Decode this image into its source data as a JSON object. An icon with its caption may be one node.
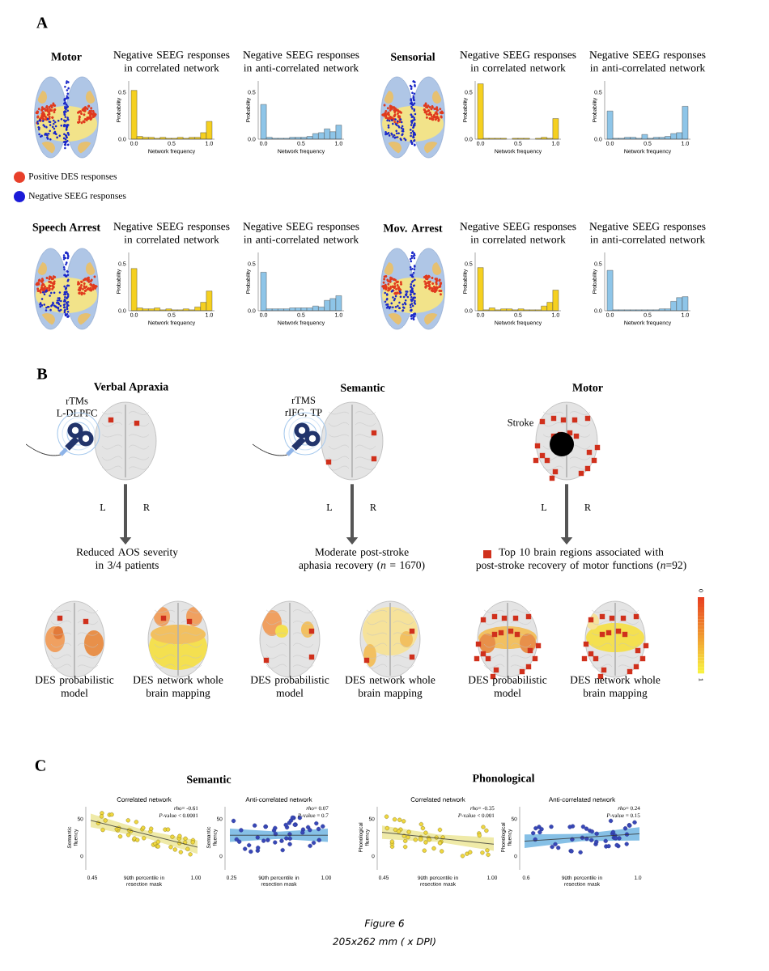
{
  "diagram": {
    "caption": "Figure 6",
    "nodes": [
      {
        "text": [],
        "shape": "picture",
        "beside": [
          "Verbal Apraxia",
          "rTMs L-DLPFC",
          "L",
          "R"
        ]
      },
      {
        "text": [
          "Reduced AOS severity in 3/4 patients"
        ]
      },
      {
        "text": [],
        "shape": "picture",
        "beside": [
          "Semantic",
          "rTMS rIFG, TP",
          "L",
          "R"
        ]
      },
      {
        "text": [
          "Moderate post-stroke aphasia recovery (*n* = 1670)"
        ]
      },
      {
        "text": [],
        "shape": "picture",
        "beside": [
          "Motor",
          "Stroke",
          "L",
          "R"
        ]
      },
      {
        "text": [
          "Top 10 brain regions associated with post-stroke recovery of motor functions (*n*=92)"
        ]
      }
    ],
    "edges": [
      {
        "from": 0,
        "to": 1,
        "arrow": "to"
      },
      {
        "from": 2,
        "to": 3,
        "arrow": "to"
      },
      {
        "from": 4,
        "to": 5,
        "arrow": "to"
      }
    ],
    "labels": [
      "A",
      "Motor",
      "Negative SEEG responses in correlated network",
      "0.5",
      "0.0",
      "0.0",
      "0.5",
      "1.0",
      "Probability",
      "Network frequency",
      "Negative SEEG responses in anti-correlated network",
      "0.5",
      "0.0",
      "0.0",
      "0.5",
      "1.0",
      "Probability",
      "Network frequency",
      "Sensorial",
      "Negative SEEG responses in correlated network",
      "0.5",
      "0.0",
      "0.0",
      "0.5",
      "1.0",
      "Probability",
      "Network frequency",
      "Negative SEEG responses in anti-correlated network",
      "0.5",
      "0.0",
      "0.0",
      "0.5",
      "1.0",
      "Probability",
      "Network frequency",
      "Speech Arrest",
      "Negative SEEG responses in correlated network",
      "0.5",
      "0.0",
      "0.0",
      "0.5",
      "1.0",
      "Probability",
      "Network frequency",
      "Negative SEEG responses in anti-correlated network",
      "0.5",
      "0.0",
      "0.0",
      "0.5",
      "1.0",
      "Probability",
      "Network frequency",
      "Mov. Arrest",
      "Negative SEEG responses in correlated network",
      "0.5",
      "0.0",
      "0.0",
      "0.5",
      "1.0",
      "Probability",
      "Network frequency",
      "Negative SEEG responses in anti-correlated network",
      "0.5",
      "0.0",
      "0.0",
      "0.5",
      "1.0",
      "Probability",
      "Network frequency",
      "B",
      "DES probabilistic model",
      "DES network whole brain mapping",
      "DES probabilistic model",
      "DES network whole brain mapping",
      "DES probabilistic model",
      "DES network whole brain mapping",
      "0",
      "1",
      "C",
      "Semantic",
      "Phonological",
      "Correlated network",
      "*rho*= -0.61",
      "*P*-value < 0.0001",
      "Semantic fluency",
      "50",
      "0",
      "0.45",
      "1.00",
      "90th percentile in resection mask",
      "Anti-correlated network",
      "*rho*= 0.07",
      "*P*-value = 0.7",
      "Semantic fluency",
      "50",
      "0",
      "0.25",
      "1.00",
      "90th percentile in resection mask",
      "Correlated network",
      "*rho*= -0.35",
      "*P*-value < 0.001",
      "Phonological fluency",
      "50",
      "0",
      "0.45",
      "1.00",
      "90th percentile in resection mask",
      "Anti-correlated network",
      "*rho*= 0.24",
      "*P*-value = 0.15",
      "Phonological fluency",
      "50",
      "0",
      "0.6",
      "1.0",
      "90th percentile in resection mask",
      "205x262 mm ( x DPI)"
    ],
    "legend": [
      {
        "text": "Positive DES responses",
        "color": "#e8402a"
      },
      {
        "text": "Negative SEEG responses",
        "color": "#1a1ad8"
      }
    ]
  }
}
